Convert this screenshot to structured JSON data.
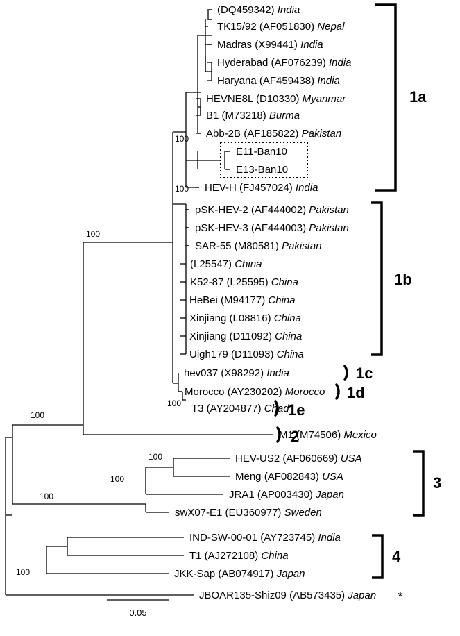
{
  "taxa": [
    {
      "strain": "",
      "accession": "(DQ459342)",
      "country": "India"
    },
    {
      "strain": "TK15/92",
      "accession": "(AF051830)",
      "country": "Nepal"
    },
    {
      "strain": "Madras",
      "accession": "(X99441)",
      "country": "India"
    },
    {
      "strain": "Hyderabad",
      "accession": "(AF076239)",
      "country": "India"
    },
    {
      "strain": "Haryana",
      "accession": "(AF459438)",
      "country": "India"
    },
    {
      "strain": "HEVNE8L",
      "accession": "(D10330)",
      "country": "Myanmar"
    },
    {
      "strain": "B1",
      "accession": "(M73218)",
      "country": "Burma"
    },
    {
      "strain": "Abb-2B",
      "accession": "(AF185822)",
      "country": "Pakistan"
    },
    {
      "strain": "E11-Ban10",
      "accession": "",
      "country": ""
    },
    {
      "strain": "E13-Ban10",
      "accession": "",
      "country": ""
    },
    {
      "strain": "HEV-H",
      "accession": "(FJ457024)",
      "country": "India"
    },
    {
      "strain": "pSK-HEV-2",
      "accession": "(AF444002)",
      "country": "Pakistan"
    },
    {
      "strain": "pSK-HEV-3",
      "accession": "(AF444003)",
      "country": "Pakistan"
    },
    {
      "strain": "SAR-55",
      "accession": "(M80581)",
      "country": "Pakistan"
    },
    {
      "strain": "",
      "accession": "(L25547)",
      "country": "China"
    },
    {
      "strain": "K52-87",
      "accession": "(L25595)",
      "country": "China"
    },
    {
      "strain": "HeBei",
      "accession": "(M94177)",
      "country": "China"
    },
    {
      "strain": "Xinjiang",
      "accession": "(L08816)",
      "country": "China"
    },
    {
      "strain": "Xinjiang",
      "accession": "(D11092)",
      "country": "China"
    },
    {
      "strain": "Uigh179",
      "accession": "(D11093)",
      "country": "China"
    },
    {
      "strain": "hev037",
      "accession": "(X98292)",
      "country": "India"
    },
    {
      "strain": "Morocco",
      "accession": "(AY230202)",
      "country": "Morocco"
    },
    {
      "strain": "T3",
      "accession": "(AY204877)",
      "country": "Chad"
    },
    {
      "strain": "M1",
      "accession": "(M74506)",
      "country": "Mexico"
    },
    {
      "strain": "HEV-US2",
      "accession": "(AF060669)",
      "country": "USA"
    },
    {
      "strain": "Meng",
      "accession": "(AF082843)",
      "country": "USA"
    },
    {
      "strain": "JRA1",
      "accession": "(AP003430)",
      "country": "Japan"
    },
    {
      "strain": "swX07-E1",
      "accession": "(EU360977)",
      "country": "Sweden"
    },
    {
      "strain": "IND-SW-00-01",
      "accession": "(AY723745)",
      "country": "India"
    },
    {
      "strain": "T1",
      "accession": "(AJ272108)",
      "country": "China"
    },
    {
      "strain": "JKK-Sap",
      "accession": "(AB074917)",
      "country": "Japan"
    },
    {
      "strain": "JBOAR135-Shiz09",
      "accession": "(AB573435)",
      "country": "Japan"
    }
  ],
  "bootstrap": {
    "b1": "100",
    "b2": "100",
    "b3": "100",
    "b4": "100",
    "b5": "100",
    "b6": "100",
    "b7": "100",
    "b8": "100",
    "b9": "100"
  },
  "groups": {
    "g1a": "1a",
    "g1b": "1b",
    "g1c": "1c",
    "g1d": "1d",
    "g1e": "1e",
    "g2": "2",
    "g3": "3",
    "g4": "4"
  },
  "marker": "*",
  "scale_bar_label": "0.05"
}
